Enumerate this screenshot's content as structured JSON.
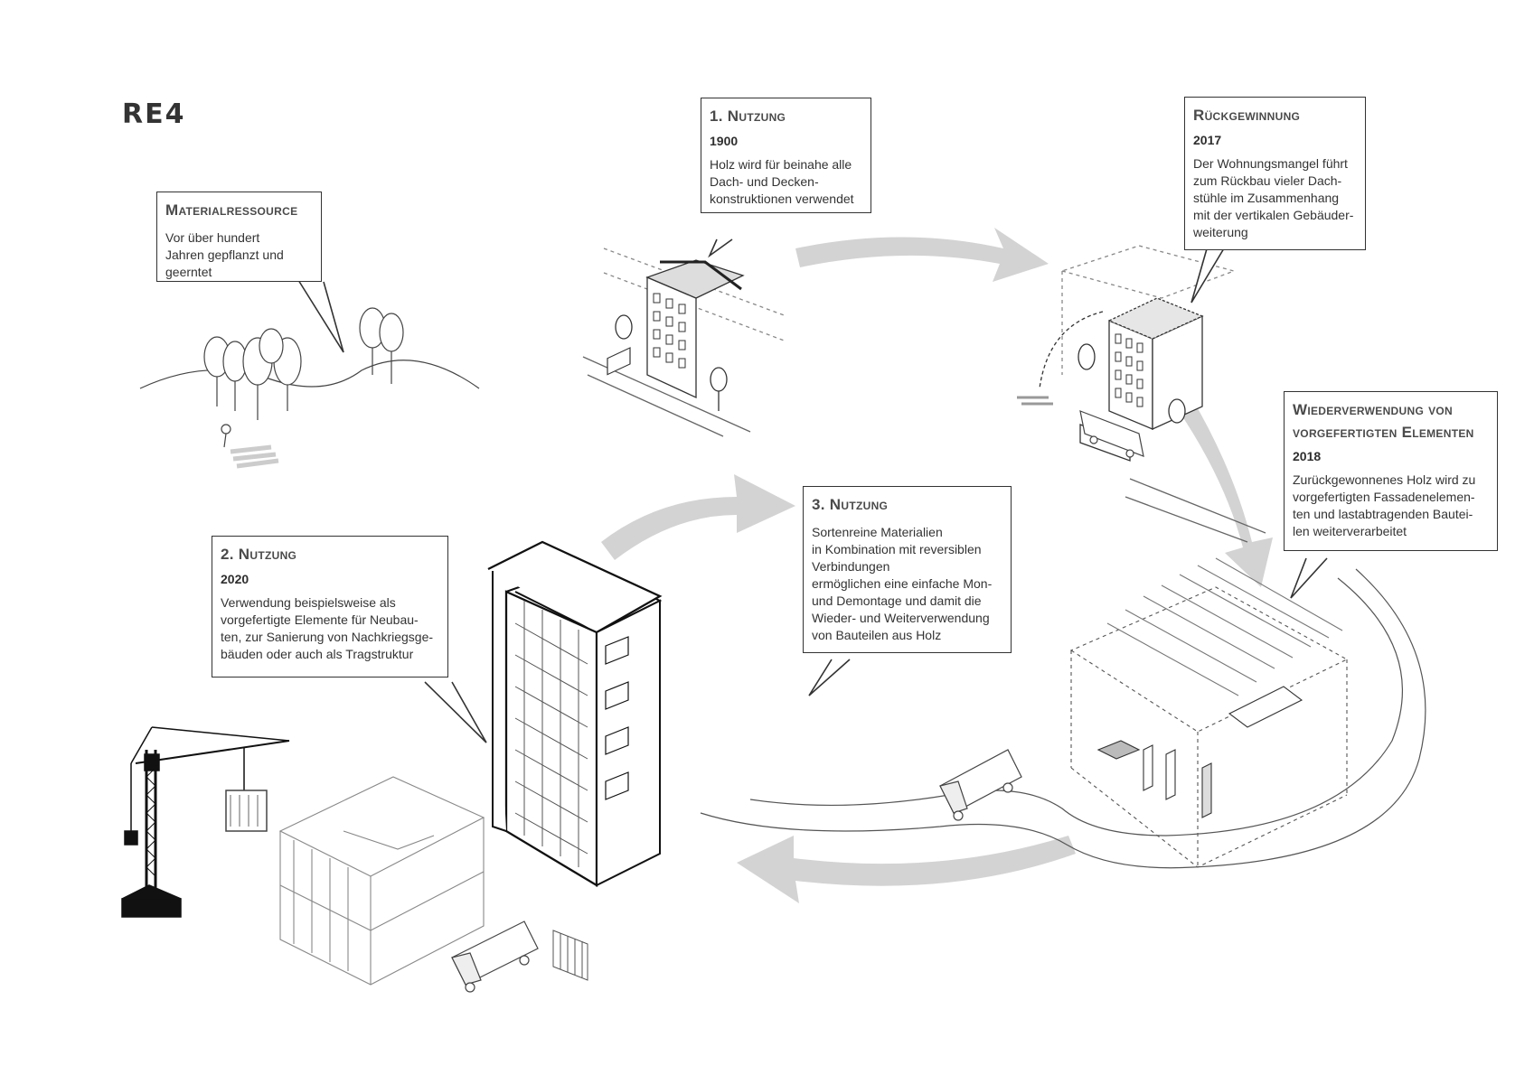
{
  "logo": {
    "text": "RE4"
  },
  "boxes": {
    "material": {
      "title": "Materialressource",
      "text": "Vor über hundert\nJahren gepflanzt und\ngeerntet"
    },
    "use1": {
      "title": "1. Nutzung",
      "year": "1900",
      "text": "Holz wird für beinahe alle\nDach- und Decken-\nkonstruktionen verwendet"
    },
    "recovery": {
      "title": "Rückgewinnung",
      "year": "2017",
      "text": "Der Wohnungsmangel  führt\nzum Rückbau vieler Dach-\nstühle im Zusammenhang\nmit der vertikalen Gebäuder-\nweiterung"
    },
    "reuse": {
      "title": "Wiederverwendung von vorgefertigten Elementen",
      "year": "2018",
      "text": "Zurückgewonnenes Holz wird zu\nvorgefertigten Fassadenelemen-\nten und lastabtragenden Bautei-\nlen weiterverarbeitet"
    },
    "use3": {
      "title": "3. Nutzung",
      "text": "Sortenreine Materialien\nin Kombination mit reversiblen\nVerbindungen\nermöglichen eine einfache Mon-\nund Demontage und damit die\n Wieder- und Weiterverwendung\n von Bauteilen aus Holz"
    },
    "use2": {
      "title": "2. Nutzung",
      "year": "2020",
      "text": "Verwendung beispielsweise als\nvorgefertigte Elemente für Neubau-\nten, zur Sanierung von Nachkriegsge-\nbäuden oder auch als Tragstruktur"
    }
  },
  "colors": {
    "arrow": "#d3d3d3",
    "line": "#333333",
    "crane": "#111111"
  },
  "icons": [
    "trees-illustration",
    "old-building-illustration",
    "deconstruction-illustration",
    "factory-illustration",
    "new-tower-illustration",
    "crane-illustration",
    "truck-icon",
    "cycle-arrow"
  ]
}
